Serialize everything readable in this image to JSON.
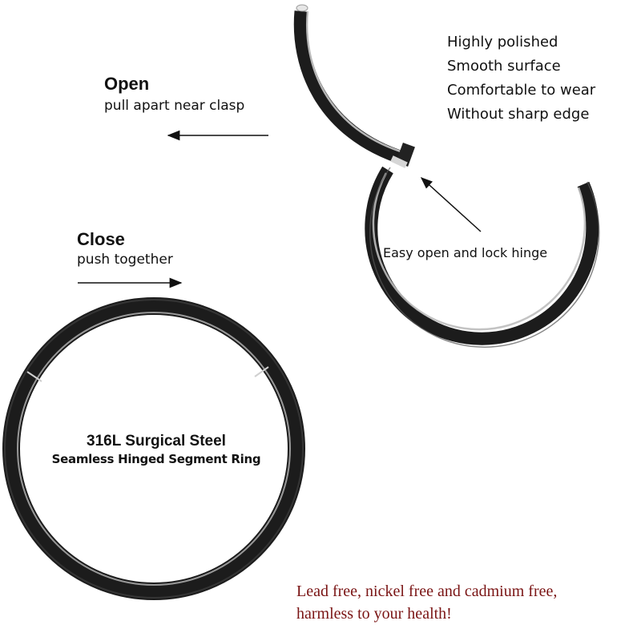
{
  "open_instruction": {
    "title": "Open",
    "subtitle": "pull apart near clasp",
    "arrow_direction": "left"
  },
  "close_instruction": {
    "title": "Close",
    "subtitle": "push together",
    "arrow_direction": "right"
  },
  "features": [
    "Highly polished",
    "Smooth surface",
    "Comfortable to wear",
    "Without sharp edge"
  ],
  "hinge_label": "Easy open and lock hinge",
  "product": {
    "material": "316L Surgical Steel",
    "type": "Seamless Hinged Segment Ring"
  },
  "health_note": {
    "line1": "Lead free, nickel free and cadmium free,",
    "line2": "harmless to your health!",
    "color": "#7a1414"
  },
  "colors": {
    "ring_dark": "#1c1c1c",
    "ring_highlight": "#bdbdbd",
    "text": "#111111"
  }
}
